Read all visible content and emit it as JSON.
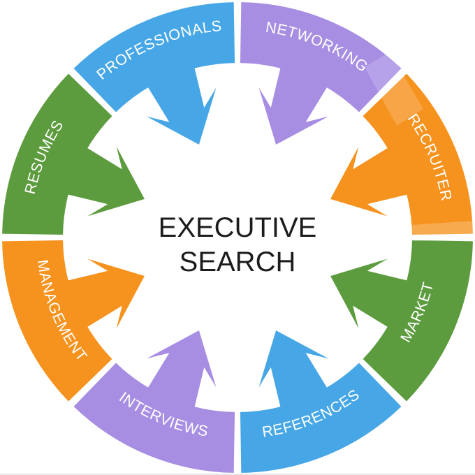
{
  "diagram": {
    "title": "Executive Search word circle concept",
    "center": {
      "line1": "EXECUTIVE",
      "line2": "SEARCH",
      "text_color": "#1c1c1c"
    },
    "label_text_color": "#ffffff",
    "background_color": "#ffffff",
    "segments": [
      {
        "label": "PROFESSIONALS",
        "color": "#47a7e6",
        "position": "top-left"
      },
      {
        "label": "NETWORKING",
        "color": "#a78ee3",
        "position": "top-right"
      },
      {
        "label": "RECRUITER",
        "color": "#f6921e",
        "position": "right-upper"
      },
      {
        "label": "MARKET",
        "color": "#5d9c3e",
        "position": "right-lower"
      },
      {
        "label": "REFERENCES",
        "color": "#47a7e6",
        "position": "bottom-right"
      },
      {
        "label": "INTERVIEWS",
        "color": "#a78ee3",
        "position": "bottom-left"
      },
      {
        "label": "MANAGEMENT",
        "color": "#f6921e",
        "position": "left-lower"
      },
      {
        "label": "RESUMES",
        "color": "#5d9c3e",
        "position": "left-upper"
      }
    ]
  }
}
